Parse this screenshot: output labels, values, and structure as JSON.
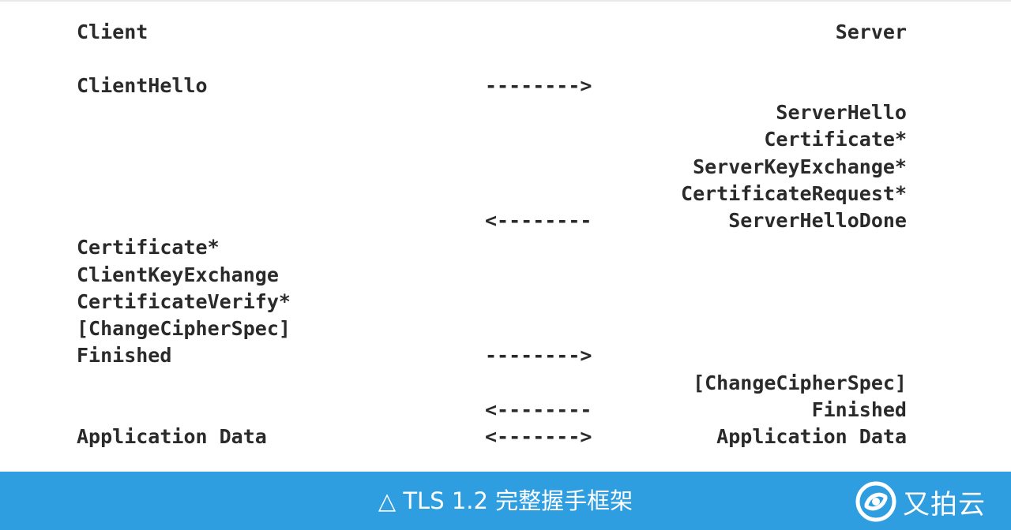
{
  "diagram": {
    "header": {
      "client": "Client",
      "server": "Server"
    },
    "client_hello": "ClientHello",
    "arrow_1": "-------->",
    "server_hello": "ServerHello",
    "server_certificate": "Certificate*",
    "server_key_exchange": "ServerKeyExchange*",
    "certificate_request": "CertificateRequest*",
    "arrow_2": "<--------",
    "server_hello_done": "ServerHelloDone",
    "client_certificate": "Certificate*",
    "client_key_exchange": "ClientKeyExchange",
    "certificate_verify": "CertificateVerify*",
    "client_change_cipher_spec": "[ChangeCipherSpec]",
    "client_finished": "Finished",
    "arrow_3": "-------->",
    "server_change_cipher_spec": "[ChangeCipherSpec]",
    "arrow_4": "<--------",
    "server_finished": "Finished",
    "client_application_data": "Application Data",
    "arrow_5": "<------->",
    "server_application_data": "Application Data"
  },
  "caption": {
    "text": "△ TLS 1.2 完整握手框架",
    "background": "#2e9ee0"
  },
  "logo": {
    "text": "又拍云",
    "icon": "upyun-logo-icon"
  }
}
